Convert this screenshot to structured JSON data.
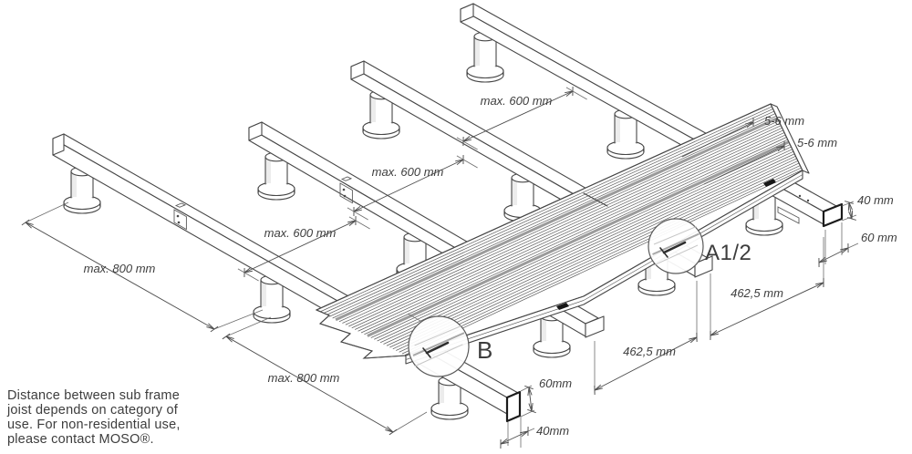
{
  "diagram_title": "deck-subframe-installation-diagram",
  "note": {
    "line1": "Distance between sub frame",
    "line2": "joist depends on category of",
    "line3": "use. For non-residential use,",
    "line4": "please contact MOSO®."
  },
  "dimensions": {
    "joist_spacing": "max. 600 mm",
    "pedestal_spacing": "max. 800 mm",
    "board_gap": "5-6 mm",
    "joist_end_spacing": "462,5 mm",
    "joist_height_flat": "40 mm",
    "joist_width_flat": "60 mm",
    "joist_height_edge": "60mm",
    "joist_width_edge": "40mm"
  },
  "details": {
    "label_a": "A1/2",
    "label_b": "B"
  },
  "colors": {
    "line": "#474747",
    "text": "#3d3d3d",
    "gap_line": "#9b9b9b",
    "clip": "#161616"
  }
}
